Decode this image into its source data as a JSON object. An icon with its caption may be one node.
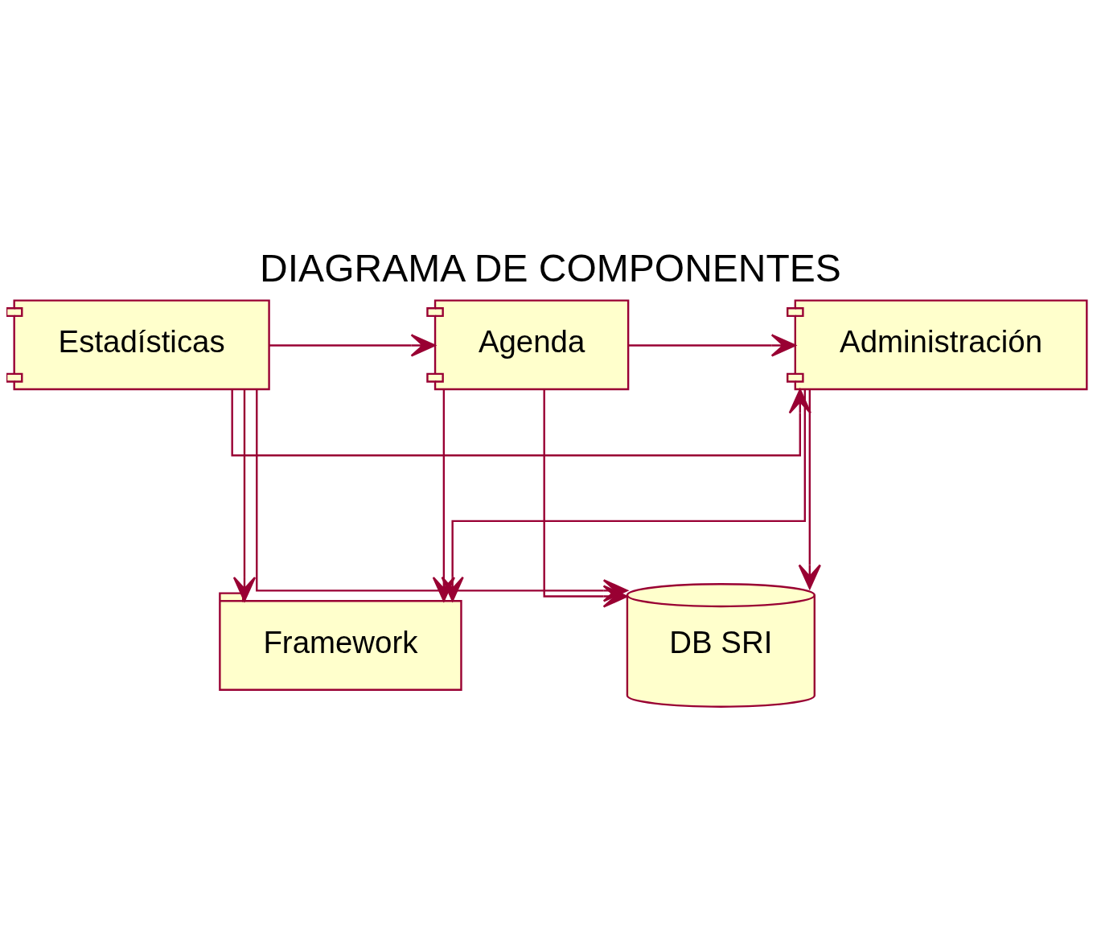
{
  "diagram": {
    "title": "DIAGRAMA DE COMPONENTES",
    "nodes": [
      {
        "text": [
          "Framework"
        ]
      },
      {
        "text": [
          "Estadísticas"
        ]
      },
      {
        "text": [
          "Administración"
        ]
      },
      {
        "text": [
          "Agenda"
        ]
      },
      {
        "text": [
          "DB SRI"
        ]
      }
    ],
    "edges": [
      {
        "from": 1,
        "to": 0,
        "arrow": "to"
      },
      {
        "from": 2,
        "to": 0,
        "arrow": "to"
      },
      {
        "from": 3,
        "to": 0,
        "arrow": "to"
      },
      {
        "from": 1,
        "to": 3,
        "arrow": "to"
      },
      {
        "from": 1,
        "to": 2,
        "arrow": "to"
      },
      {
        "from": 3,
        "to": 2,
        "arrow": "to"
      },
      {
        "from": 1,
        "to": 4,
        "arrow": "to"
      },
      {
        "from": 2,
        "to": 4,
        "arrow": "to"
      },
      {
        "from": 3,
        "to": 4,
        "arrow": "to"
      }
    ]
  }
}
